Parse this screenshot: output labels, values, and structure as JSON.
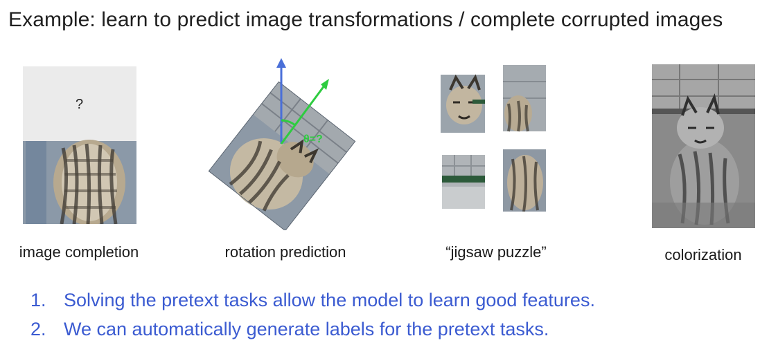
{
  "title": "Example: learn to predict image transformations / complete corrupted images",
  "panels": [
    {
      "caption": "image completion",
      "question_mark": "?",
      "image_icon": "cat-photo-icon"
    },
    {
      "caption": "rotation prediction",
      "angle_label": "θ=?",
      "image_icon": "rotated-cat-photo-icon",
      "arrow_colors": {
        "vertical": "#4a6fd8",
        "rotated": "#2ecc40"
      }
    },
    {
      "caption": "“jigsaw puzzle”",
      "image_icon": "jigsaw-tiles-icon"
    },
    {
      "caption": "colorization",
      "image_icon": "grayscale-cat-photo-icon"
    }
  ],
  "points": [
    {
      "num": "1.",
      "text": "Solving the pretext tasks allow the model to learn good features."
    },
    {
      "num": "2.",
      "text": "We can automatically generate labels for the pretext tasks."
    }
  ],
  "colors": {
    "accent_blue": "#3b5bd1",
    "arrow_green": "#2ecc40",
    "arrow_blue": "#4a6fd8",
    "mask_gray": "#ebebeb"
  }
}
